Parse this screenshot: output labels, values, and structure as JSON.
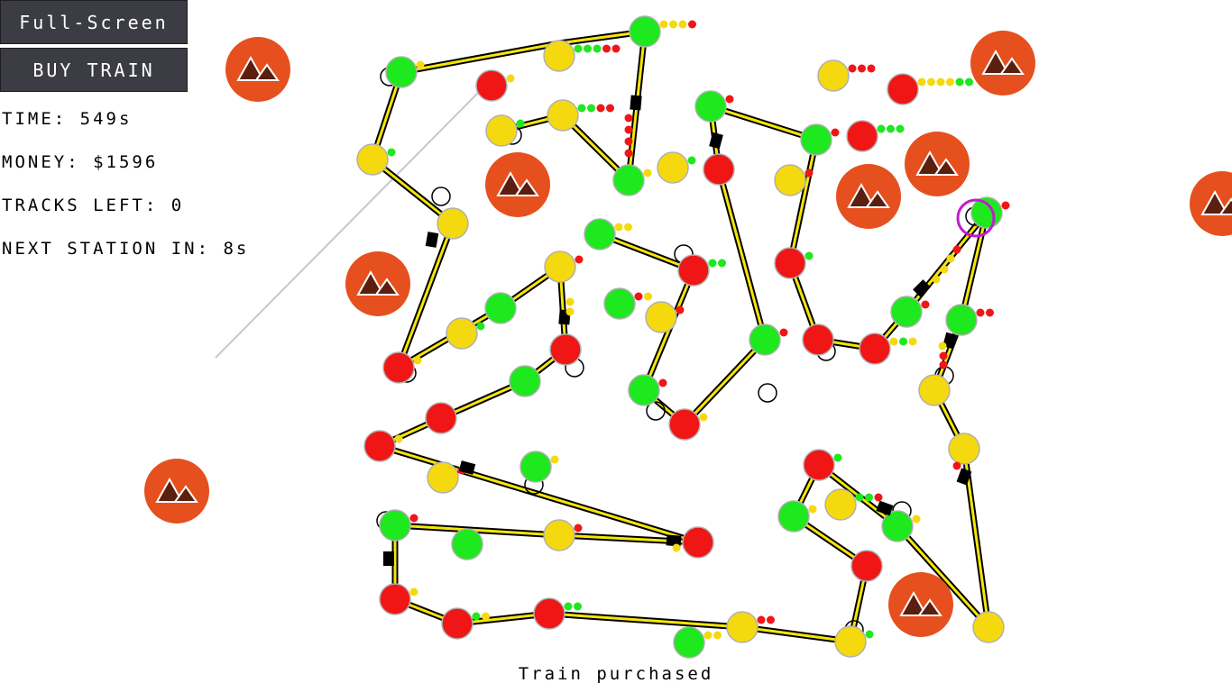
{
  "buttons": {
    "fullscreen": "Full-Screen",
    "buy_train": "BUY TRAIN"
  },
  "hud": {
    "time": "TIME: 549s",
    "money": "MONEY: $1596",
    "tracks": "TRACKS LEFT: 0",
    "next_station": "NEXT STATION IN: 8s"
  },
  "message": "Train purchased",
  "colors": {
    "green": "#1ee81e",
    "yellow": "#f5d90f",
    "red": "#f01616",
    "mountain": "#e5501e",
    "track": "#f5e60a",
    "selection": "#c01ccf"
  },
  "icons": {
    "mountain": "mountain-icon",
    "train": "train-icon"
  }
}
